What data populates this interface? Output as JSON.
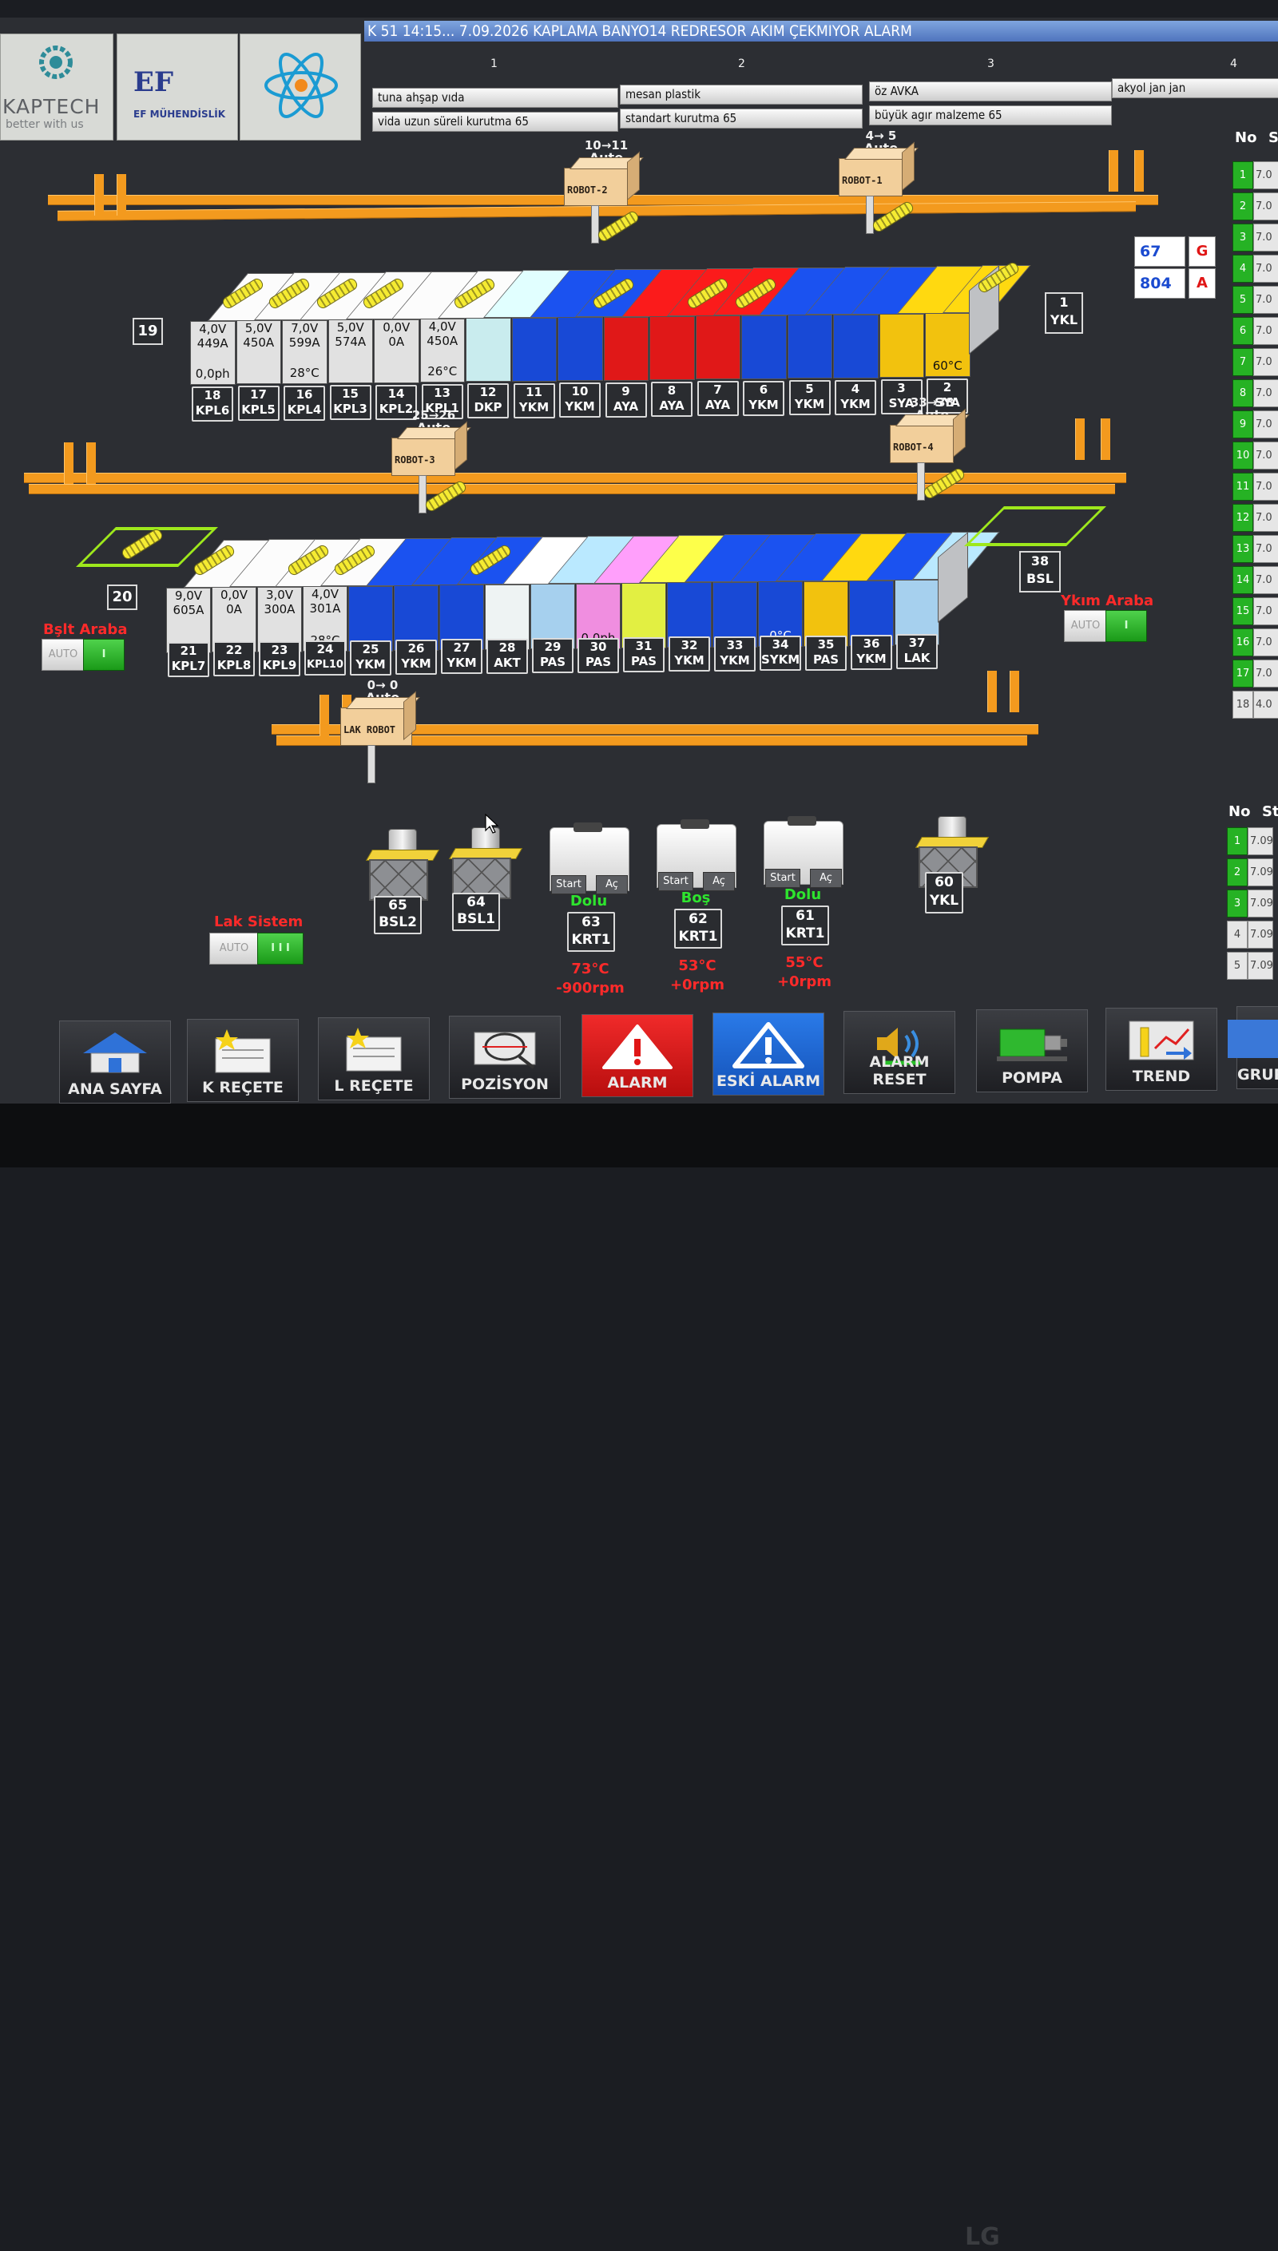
{
  "alarm_bar": {
    "text": "K  51      14:15... 7.09.2026 KAPLAMA BANYO14 REDRESOR AKIM ÇEKMIYOR ALARM"
  },
  "logos": {
    "kaptech_name": "KAPTECH",
    "kaptech_tagline": "better with us",
    "ef_name": "EF MÜHENDİSLİK"
  },
  "recipes": {
    "col_numbers": [
      "1",
      "2",
      "3",
      "4"
    ],
    "rows": [
      [
        "tuna ahşap vıda",
        "mesan plastik",
        "öz  AVKA",
        "akyol jan jan"
      ],
      [
        "vida uzun süreli kurutma 65",
        "standart kurutma 65",
        "büyük agır malzeme 65",
        ""
      ]
    ]
  },
  "robots": [
    {
      "name": "ROBOT-2",
      "status": "Auto",
      "route": "10→11"
    },
    {
      "name": "ROBOT-1",
      "status": "Auto",
      "route": "4→  5"
    },
    {
      "name": "ROBOT-3",
      "status": "Auto",
      "route": "25→26"
    },
    {
      "name": "ROBOT-4",
      "status": "Auto",
      "route": "33→38"
    },
    {
      "name": "LAK ROBOT",
      "status": "Auto",
      "route": "0→  0"
    }
  ],
  "upper_line": {
    "start_tank": "19",
    "end_tank": {
      "num": "1",
      "code": "YKL"
    },
    "tanks": [
      {
        "num": "18",
        "code": "KPL6",
        "v": "4,0V",
        "a": "449A",
        "extra": "0,0ph",
        "color": "#e1e1e1"
      },
      {
        "num": "17",
        "code": "KPL5",
        "v": "5,0V",
        "a": "450A",
        "extra": "",
        "color": "#e1e1e1"
      },
      {
        "num": "16",
        "code": "KPL4",
        "v": "7,0V",
        "a": "599A",
        "extra": "28°C",
        "color": "#e1e1e1"
      },
      {
        "num": "15",
        "code": "KPL3",
        "v": "5,0V",
        "a": "574A",
        "extra": "",
        "color": "#e1e1e1"
      },
      {
        "num": "14",
        "code": "KPL2",
        "v": "0,0V",
        "a": "0A",
        "extra": "",
        "color": "#e1e1e1"
      },
      {
        "num": "13",
        "code": "KPL1",
        "v": "4,0V",
        "a": "450A",
        "extra": "26°C",
        "color": "#e1e1e1"
      },
      {
        "num": "12",
        "code": "DKP",
        "v": "",
        "a": "",
        "extra": "",
        "color": "#c9ecee"
      },
      {
        "num": "11",
        "code": "YKM",
        "v": "",
        "a": "",
        "extra": "",
        "color": "#1849d6"
      },
      {
        "num": "10",
        "code": "YKM",
        "v": "",
        "a": "",
        "extra": "",
        "color": "#1849d6"
      },
      {
        "num": "9",
        "code": "AYA",
        "v": "",
        "a": "",
        "extra": "",
        "color": "#e01818"
      },
      {
        "num": "8",
        "code": "AYA",
        "v": "",
        "a": "",
        "extra": "",
        "color": "#e01818"
      },
      {
        "num": "7",
        "code": "AYA",
        "v": "",
        "a": "",
        "extra": "",
        "color": "#e01818"
      },
      {
        "num": "6",
        "code": "YKM",
        "v": "",
        "a": "",
        "extra": "",
        "color": "#1849d6"
      },
      {
        "num": "5",
        "code": "YKM",
        "v": "",
        "a": "",
        "extra": "",
        "color": "#1849d6"
      },
      {
        "num": "4",
        "code": "YKM",
        "v": "",
        "a": "",
        "extra": "",
        "color": "#1849d6"
      },
      {
        "num": "3",
        "code": "SYA",
        "v": "",
        "a": "",
        "extra": "",
        "color": "#f2c20e"
      },
      {
        "num": "2",
        "code": "SYA",
        "v": "",
        "a": "",
        "extra": "60°C",
        "color": "#f2c20e"
      }
    ]
  },
  "lower_line": {
    "start_tank": "20",
    "end_tank": {
      "num": "38",
      "code": "BSL"
    },
    "tanks": [
      {
        "num": "21",
        "code": "KPL7",
        "v": "9,0V",
        "a": "605A",
        "extra": "",
        "color": "#e1e1e1"
      },
      {
        "num": "22",
        "code": "KPL8",
        "v": "0,0V",
        "a": "0A",
        "extra": "",
        "color": "#e1e1e1"
      },
      {
        "num": "23",
        "code": "KPL9",
        "v": "3,0V",
        "a": "300A",
        "extra": "",
        "color": "#e1e1e1"
      },
      {
        "num": "24",
        "code": "KPL10",
        "v": "4,0V",
        "a": "301A",
        "extra": "28°C",
        "color": "#e1e1e1"
      },
      {
        "num": "25",
        "code": "YKM",
        "v": "",
        "a": "",
        "extra": "",
        "color": "#1849d6"
      },
      {
        "num": "26",
        "code": "YKM",
        "v": "",
        "a": "",
        "extra": "",
        "color": "#1849d6"
      },
      {
        "num": "27",
        "code": "YKM",
        "v": "",
        "a": "",
        "extra": "",
        "color": "#1849d6"
      },
      {
        "num": "28",
        "code": "AKT",
        "v": "",
        "a": "",
        "extra": "",
        "color": "#eef3f3"
      },
      {
        "num": "29",
        "code": "PAS",
        "v": "",
        "a": "",
        "extra": "",
        "color": "#a6d0ee"
      },
      {
        "num": "30",
        "code": "PAS",
        "v": "",
        "a": "",
        "extra": "0,0ph",
        "color": "#f08ee0"
      },
      {
        "num": "31",
        "code": "PAS",
        "v": "",
        "a": "",
        "extra": "",
        "color": "#e2ef42"
      },
      {
        "num": "32",
        "code": "YKM",
        "v": "",
        "a": "",
        "extra": "",
        "color": "#1849d6"
      },
      {
        "num": "33",
        "code": "YKM",
        "v": "",
        "a": "",
        "extra": "",
        "color": "#1849d6"
      },
      {
        "num": "34",
        "code": "SYKM",
        "v": "",
        "a": "",
        "extra": "0°C",
        "color": "#1849d6"
      },
      {
        "num": "35",
        "code": "PAS",
        "v": "",
        "a": "",
        "extra": "",
        "color": "#f2c20e"
      },
      {
        "num": "36",
        "code": "YKM",
        "v": "",
        "a": "",
        "extra": "",
        "color": "#1849d6"
      },
      {
        "num": "37",
        "code": "LAK",
        "v": "",
        "a": "",
        "extra": "",
        "color": "#a6d0ee"
      }
    ]
  },
  "counters": {
    "c1": "67",
    "c1_label": "G",
    "c2": "804",
    "c2_label": "A"
  },
  "toggles": [
    {
      "title": "Bşlt Araba",
      "left": "AUTO",
      "right": "I"
    },
    {
      "title": "Ykım Araba",
      "left": "AUTO",
      "right": "I"
    },
    {
      "title": "Lak Sistem",
      "left": "AUTO",
      "right": "I I I"
    }
  ],
  "stations": {
    "stand_65": {
      "num": "65",
      "code": "BSL2"
    },
    "stand_64": {
      "num": "64",
      "code": "BSL1"
    },
    "stand_60": {
      "num": "60",
      "code": "YKL"
    },
    "dryers": [
      {
        "num": "63",
        "code": "KRT1",
        "status": "Dolu",
        "start": "Start",
        "open": "Aç",
        "temp": "73°C",
        "rpm": "-900rpm"
      },
      {
        "num": "62",
        "code": "KRT1",
        "status": "Boş",
        "start": "Start",
        "open": "Aç",
        "temp": "53°C",
        "rpm": "+0rpm"
      },
      {
        "num": "61",
        "code": "KRT1",
        "status": "Dolu",
        "start": "Start",
        "open": "Aç",
        "temp": "55°C",
        "rpm": "+0rpm"
      }
    ]
  },
  "side_table_top": {
    "col1": "No",
    "col2": "S",
    "rows": [
      {
        "n": "1",
        "v": "7.0",
        "on": true
      },
      {
        "n": "2",
        "v": "7.0",
        "on": true
      },
      {
        "n": "3",
        "v": "7.0",
        "on": true
      },
      {
        "n": "4",
        "v": "7.0",
        "on": true
      },
      {
        "n": "5",
        "v": "7.0",
        "on": true
      },
      {
        "n": "6",
        "v": "7.0",
        "on": true
      },
      {
        "n": "7",
        "v": "7.0",
        "on": true
      },
      {
        "n": "8",
        "v": "7.0",
        "on": true
      },
      {
        "n": "9",
        "v": "7.0",
        "on": true
      },
      {
        "n": "10",
        "v": "7.0",
        "on": true
      },
      {
        "n": "11",
        "v": "7.0",
        "on": true
      },
      {
        "n": "12",
        "v": "7.0",
        "on": true
      },
      {
        "n": "13",
        "v": "7.0",
        "on": true
      },
      {
        "n": "14",
        "v": "7.0",
        "on": true
      },
      {
        "n": "15",
        "v": "7.0",
        "on": true
      },
      {
        "n": "16",
        "v": "7.0",
        "on": true
      },
      {
        "n": "17",
        "v": "7.0",
        "on": true
      },
      {
        "n": "18",
        "v": "4.0",
        "on": false
      }
    ]
  },
  "side_table_bottom": {
    "col1": "No",
    "col2": "St",
    "rows": [
      {
        "n": "1",
        "v": "7.09",
        "on": true
      },
      {
        "n": "2",
        "v": "7.09",
        "on": true
      },
      {
        "n": "3",
        "v": "7.09",
        "on": true
      },
      {
        "n": "4",
        "v": "7.09",
        "on": false
      },
      {
        "n": "5",
        "v": "7.09",
        "on": false
      }
    ]
  },
  "nav": [
    {
      "label": "ANA SAYFA",
      "icon": "home-icon"
    },
    {
      "label": "K REÇETE",
      "icon": "recipe-icon"
    },
    {
      "label": "L REÇETE",
      "icon": "recipe-icon"
    },
    {
      "label": "POZİSYON",
      "icon": "position-icon"
    },
    {
      "label": "ALARM",
      "icon": "alarm-icon"
    },
    {
      "label": "ESKİ ALARM",
      "icon": "warning-icon"
    },
    {
      "label": "ALARM RESET",
      "icon": "speaker-icon"
    },
    {
      "label": "POMPA",
      "icon": "pump-icon"
    },
    {
      "label": "TREND",
      "icon": "trend-icon"
    },
    {
      "label": "GRUP",
      "icon": "group-icon"
    }
  ],
  "monitor_brand": "LG"
}
